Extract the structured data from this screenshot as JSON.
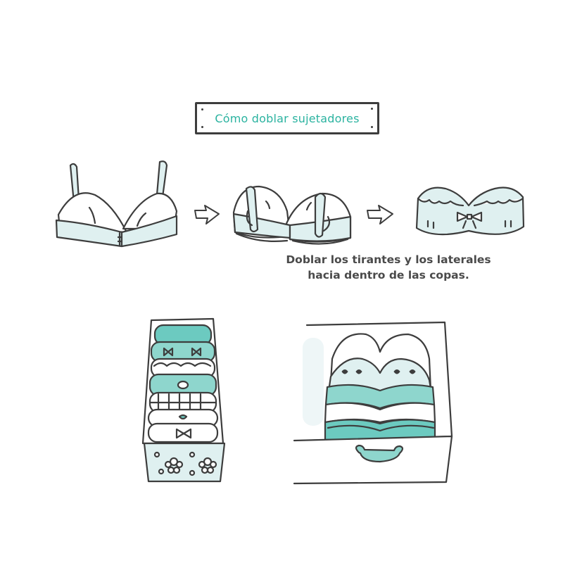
{
  "title": "Cómo doblar sujetadores",
  "caption": {
    "line1": "Doblar los tirantes y los laterales",
    "line2": "hacia dentro de las copas."
  },
  "steps": [
    {
      "name": "bra-unfolded",
      "description": "Sujetador abierto con tirantes"
    },
    {
      "name": "bra-straps-tucked",
      "description": "Tirantes y laterales doblados hacia dentro de las copas"
    },
    {
      "name": "bra-folded",
      "description": "Sujetador doblado con lazo"
    }
  ],
  "storage": [
    {
      "name": "drawer-stacked-vertical",
      "description": "Cajón con sujetadores apilados"
    },
    {
      "name": "drawer-nested-cups",
      "description": "Cajón con copas encajadas"
    }
  ],
  "colors": {
    "title_accent": "#2bb3a0",
    "outline": "#3d3d3d",
    "light_fill": "#dff0f0",
    "teal_fill": "#6ccac0",
    "caption_text": "#4a4a4a"
  }
}
